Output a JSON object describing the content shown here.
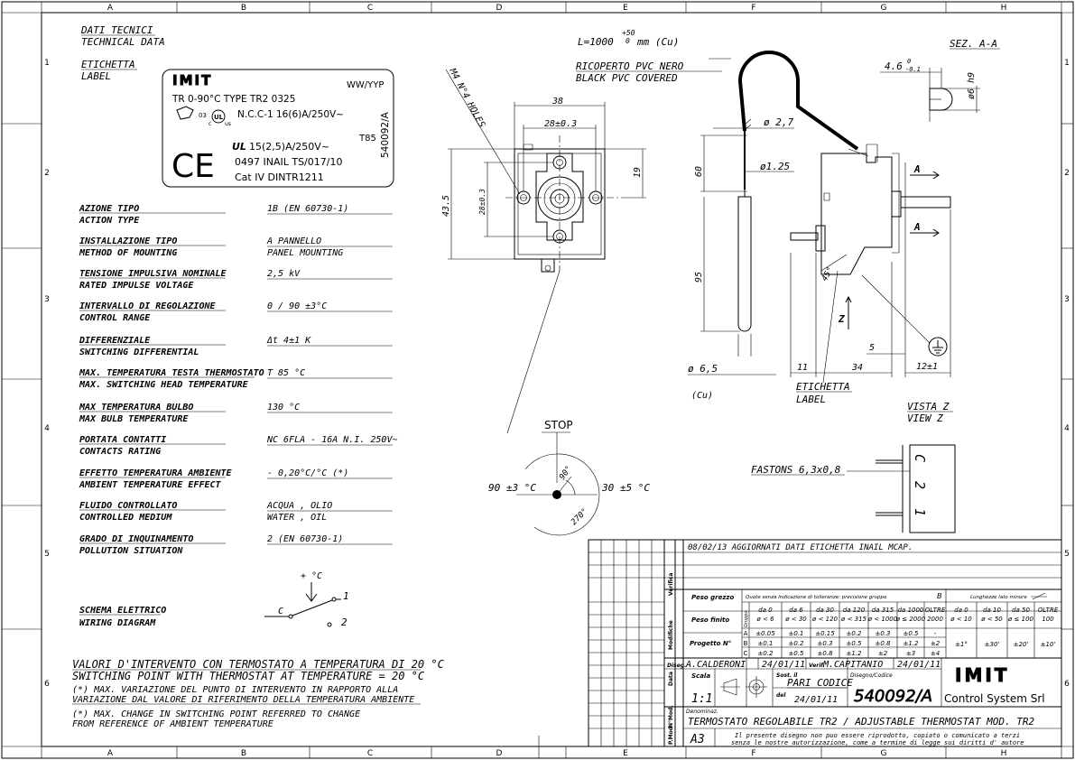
{
  "frame": {
    "cols": [
      "A",
      "B",
      "C",
      "D",
      "E",
      "F",
      "G",
      "H"
    ],
    "rows": [
      "1",
      "2",
      "3",
      "4",
      "5",
      "6"
    ]
  },
  "header": {
    "dati_it": "DATI TECNICI",
    "dati_en": "TECHNICAL DATA",
    "etichetta_it": "ETICHETTA",
    "etichetta_en": "LABEL"
  },
  "label": {
    "logo": "IMIT",
    "ww": "WW/YYP",
    "line1": "TR 0-90°C TYPE TR2 0325",
    "line2": "N.C.C-1 16(6)A/250V~",
    "t85": "T85",
    "part": "540092/A",
    "line3": "15(2,5)A/250V~",
    "line4": "0497 INAIL TS/017/10",
    "line5": "Cat IV  DINTR1211",
    "ce": "CE",
    "ul": "UL",
    "ul_us": "us",
    "ul_c": "c"
  },
  "specs": [
    {
      "it": "AZIONE TIPO",
      "en": "ACTION TYPE",
      "value": "1B (EN 60730-1)"
    },
    {
      "it": "INSTALLAZIONE TIPO",
      "en": "METHOD OF MOUNTING",
      "value": "A PANNELLO",
      "value2": "PANEL MOUNTING"
    },
    {
      "it": "TENSIONE IMPULSIVA NOMINALE",
      "en": "RATED IMPULSE VOLTAGE",
      "value": "2,5 kV"
    },
    {
      "it": "INTERVALLO DI REGOLAZIONE",
      "en": "CONTROL RANGE",
      "value": "0 / 90 ±3°C"
    },
    {
      "it": "DIFFERENZIALE",
      "en": "SWITCHING DIFFERENTIAL",
      "value": "Δt 4±1 K"
    },
    {
      "it": "MAX. TEMPERATURA TESTA THERMOSTATO",
      "en": "MAX. SWITCHING HEAD TEMPERATURE",
      "value": "T 85 °C"
    },
    {
      "it": "MAX TEMPERATURA BULBO",
      "en": "MAX BULB TEMPERATURE",
      "value": "130 °C"
    },
    {
      "it": "PORTATA CONTATTI",
      "en": "CONTACTS RATING",
      "value": "NC 6FLA - 16A N.I. 250V~"
    },
    {
      "it": "EFFETTO TEMPERATURA AMBIENTE",
      "en": "AMBIENT TEMPERATURE EFFECT",
      "value": "- 0,20°C/°C  (*)"
    },
    {
      "it": "FLUIDO CONTROLLATO",
      "en": "CONTROLLED MEDIUM",
      "value": "ACQUA , OLIO",
      "value2": "WATER , OIL"
    },
    {
      "it": "GRADO DI INQUINAMENTO",
      "en": "POLLUTION SITUATION",
      "value": "2 (EN 60730-1)"
    }
  ],
  "wiring": {
    "it": "SCHEMA ELETTRICO",
    "en": "WIRING DIAGRAM",
    "temp": "+ °C",
    "c": "C",
    "one": "1",
    "two": "2"
  },
  "notes": {
    "l1": "VALORI D'INTERVENTO CON TERMOSTATO A TEMPERATURA DI 20 °C",
    "l2": "SWITCHING POINT WITH THERMOSTAT AT TEMPERATURE = 20 °C",
    "l3": "(*) MAX. VARIAZIONE DEL PUNTO DI INTERVENTO IN RAPPORTO ALLA",
    "l4": "VARIAZIONE DAL VALORE DI RIFERIMENTO DELLA TEMPERATURA AMBIENTE",
    "l5": "(*) MAX. CHANGE IN SWITCHING  POINT REFERRED TO CHANGE",
    "l6": "FROM REFERENCE OF AMBIENT TEMPERATURE"
  },
  "front": {
    "holes": "M4 N°4 HOLES",
    "d38": "38",
    "d28t": "28±0.3",
    "d28s": "28±0.3",
    "d19": "19",
    "d43": "43.5"
  },
  "dial": {
    "stop": "STOP",
    "left": "90 ±3 °C",
    "right": "30 ±5 °C",
    "a90": "90°",
    "a270": "270°"
  },
  "side": {
    "len": "L=1000",
    "tol_up": "+50",
    "tol_lo": "0",
    "len_unit": "mm (Cu)",
    "pvc_it": "RICOPERTO PVC NERO",
    "pvc_en": "BLACK PVC COVERED",
    "d27": "ø 2,7",
    "d125": "ø1.25",
    "d60": "60",
    "d95": "95",
    "d65": "ø 6,5",
    "cu": "(Cu)",
    "d45": "45°",
    "d5": "5",
    "d11": "11",
    "d34": "34",
    "d12": "12±1",
    "z": "Z",
    "a": "A",
    "etichetta_it": "ETICHETTA",
    "etichetta_en": "LABEL"
  },
  "section": {
    "title": "SEZ. A-A",
    "d46": "4.6",
    "d46_tol": "0",
    "d46_tol2": "-0.1",
    "d6": "ø6 h9"
  },
  "viewz": {
    "it": "VISTA Z",
    "en": "VIEW Z",
    "fastons": "FASTONS 6,3x0,8",
    "c": "C",
    "two": "2",
    "one": "1"
  },
  "titleblock": {
    "rev": "08/02/13 AGGIORNATI DATI ETICHETTA INAIL MCAP.",
    "verifica": "Verifica",
    "modifiche": "Modifiche",
    "data": "Data",
    "modnum": "N°Mod.",
    "pmod": "P.Mod",
    "peso_grezzo": "Peso grezzo",
    "peso_finito": "Peso finito",
    "progetto": "Progetto N°",
    "tol_note": "Quote senza indicazione di tolleranze: precisione gruppo",
    "tol_group": "B",
    "lungh": "Lunghezze lato minore",
    "gruppo": "Gruppo",
    "tol_cols": [
      "da 0\nø < 6",
      "da 6\nø < 30",
      "da 30\nø < 120",
      "da 120\nø < 315",
      "da 315\nø < 1000",
      "da 1000\nø ≤ 2000",
      "OLTRE\n2000"
    ],
    "tol_rows": [
      {
        "g": "A",
        "v": [
          "±0.05",
          "±0.1",
          "±0.15",
          "±0.2",
          "±0.3",
          "±0.5",
          "-"
        ]
      },
      {
        "g": "B",
        "v": [
          "±0.1",
          "±0.2",
          "±0.3",
          "±0.5",
          "±0.8",
          "±1.2",
          "±2"
        ]
      },
      {
        "g": "C",
        "v": [
          "±0.2",
          "±0.5",
          "±0.8",
          "±1.2",
          "±2",
          "±3",
          "±4"
        ]
      }
    ],
    "ang_cols": [
      "da 0\nø < 10",
      "da 10\nø < 50",
      "da 50\nø ≤ 100",
      "OLTRE\n100"
    ],
    "ang_vals": [
      "±1°",
      "±30'",
      "±20'",
      "±10'"
    ],
    "diseg_lbl": "Diseg.",
    "diseg": "A.CALDERONI",
    "diseg_date": "24/01/11",
    "verif_lbl": "Verif.",
    "verif": "M.CAPITANIO",
    "verif_date": "24/01/11",
    "scala_lbl": "Scala",
    "scala": "1:1",
    "sost_lbl": "Sost. il",
    "pari": "PARI CODICE",
    "del_lbl": "del",
    "del_date": "24/01/11",
    "disegno_lbl": "Disegno/Codice",
    "disegno": "540092/A",
    "logo": "IMIT",
    "company": "Control System Srl",
    "denom_lbl": "Denominaz.",
    "denom": "TERMOSTATO REGOLABILE TR2 / ADJUSTABLE THERMOSTAT MOD. TR2",
    "format": "A3",
    "copyright1": "Il presente disegno non puo essere riprodotto, copiato o comunicato a terzi",
    "copyright2": "senza le nostre autorizzazione, come a termine di legge sui diritti d' autore"
  }
}
